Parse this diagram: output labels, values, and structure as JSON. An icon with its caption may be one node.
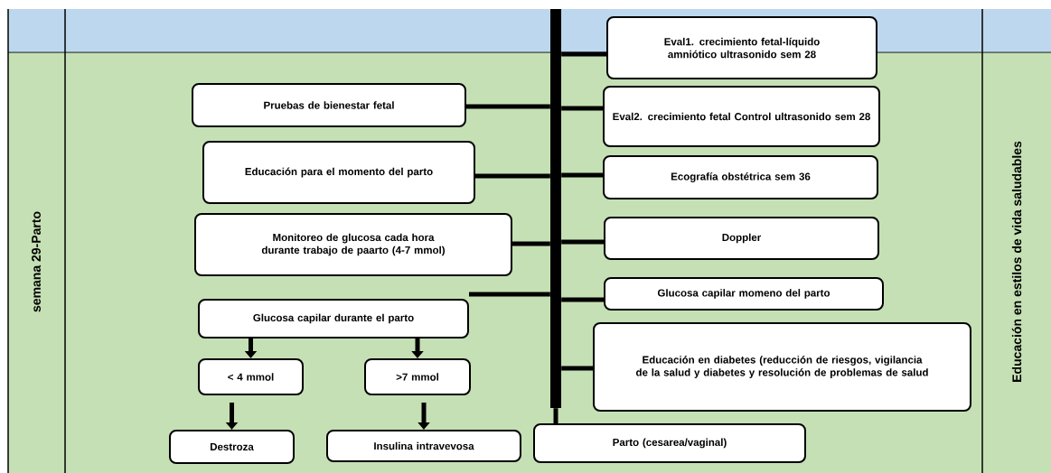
{
  "diagram": {
    "nodes": [
      {
        "text": [
          "Eval1.  crecimiento fetal-líquido amniótico ultrasonido sem  28"
        ]
      },
      {
        "text": [
          "Pruebas de bienestar fetal"
        ]
      },
      {
        "text": [
          "Eval2.  crecimiento fetal Control ultrasonido sem  28"
        ]
      },
      {
        "text": [
          "Educación para el momento del parto"
        ]
      },
      {
        "text": [
          "Ecografía obstétrica  sem 36"
        ]
      },
      {
        "text": [
          "Monitoreo de glucosa cada hora durante trabajo de paarto (4-7 mmol)"
        ]
      },
      {
        "text": [
          "Doppler"
        ]
      },
      {
        "text": [
          "Glucosa capilar momeno del parto"
        ]
      },
      {
        "text": [
          "Glucosa capilar durante el parto"
        ]
      },
      {
        "text": [
          "Educación en diabetes (reducción de riesgos, vigilancia de la salud y diabetes y resolución de problemas de salud"
        ]
      },
      {
        "text": [
          "< 4 mmol"
        ]
      },
      {
        "text": [
          ">7 mmol"
        ]
      },
      {
        "text": [
          "Destroza"
        ]
      },
      {
        "text": [
          "Insulina intravevosa"
        ]
      },
      {
        "text": [
          "Parto  (cesarea/vaginal)"
        ]
      },
      {
        "text": [],
        "shape": "bar"
      }
    ],
    "edges": [
      {
        "from": 15,
        "to": 0,
        "arrow": "none"
      },
      {
        "from": 15,
        "to": 1,
        "arrow": "none"
      },
      {
        "from": 15,
        "to": 2,
        "arrow": "none"
      },
      {
        "from": 15,
        "to": 3,
        "arrow": "none"
      },
      {
        "from": 15,
        "to": 4,
        "arrow": "none"
      },
      {
        "from": 15,
        "to": 5,
        "arrow": "none"
      },
      {
        "from": 15,
        "to": 6,
        "arrow": "none"
      },
      {
        "from": 15,
        "to": 7,
        "arrow": "none"
      },
      {
        "from": 15,
        "to": 8,
        "arrow": "none"
      },
      {
        "from": 15,
        "to": 9,
        "arrow": "none"
      },
      {
        "from": 8,
        "to": 10,
        "arrow": "to"
      },
      {
        "from": 8,
        "to": 11,
        "arrow": "to"
      },
      {
        "from": 10,
        "to": 12,
        "arrow": "to"
      },
      {
        "from": 11,
        "to": 13,
        "arrow": "to"
      },
      {
        "from": 15,
        "to": 14,
        "arrow": "none"
      }
    ],
    "labels": [
      "semana 29-Parto",
      "Educación en estilos de vida saludables"
    ]
  }
}
